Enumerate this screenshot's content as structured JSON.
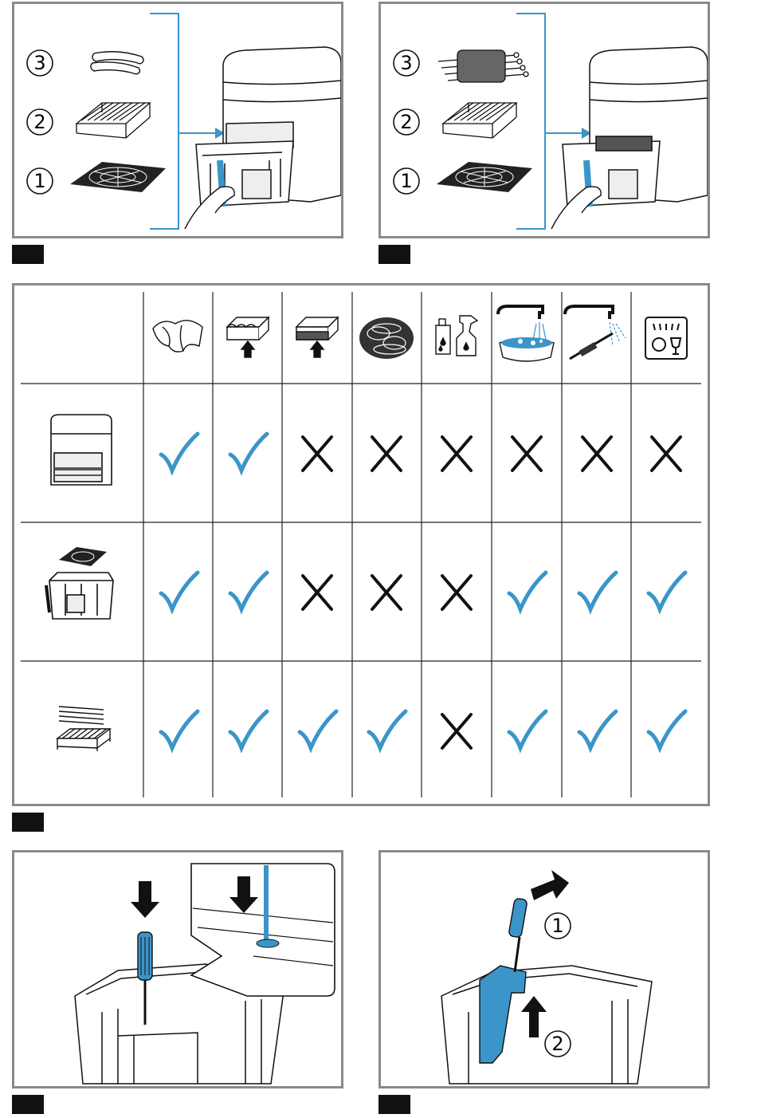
{
  "fig1": {
    "steps": [
      {
        "label": "3",
        "item": "sausages"
      },
      {
        "label": "2",
        "item": "wire-rack"
      },
      {
        "label": "1",
        "item": "crisper-plate"
      }
    ]
  },
  "fig2": {
    "steps": [
      {
        "label": "3",
        "item": "skewers"
      },
      {
        "label": "2",
        "item": "wire-rack"
      },
      {
        "label": "1",
        "item": "crisper-plate"
      }
    ]
  },
  "cleaning_table": {
    "columns": [
      "cloth-icon",
      "soft-sponge-icon",
      "hard-sponge-icon",
      "steel-wool-icon",
      "chemical-cleaner-icon",
      "soak-in-water-icon",
      "brush-under-tap-icon",
      "dishwasher-icon"
    ],
    "rows": [
      {
        "item": "appliance-housing",
        "marks": [
          "check",
          "check",
          "cross",
          "cross",
          "cross",
          "cross",
          "cross",
          "cross"
        ]
      },
      {
        "item": "basket-and-crisper-plate",
        "marks": [
          "check",
          "check",
          "cross",
          "cross",
          "cross",
          "check",
          "check",
          "check"
        ]
      },
      {
        "item": "skewers-and-rack",
        "marks": [
          "check",
          "check",
          "check",
          "check",
          "cross",
          "check",
          "check",
          "check"
        ]
      }
    ]
  },
  "fig4": {
    "steps": []
  },
  "fig5": {
    "steps": [
      {
        "label": "1"
      },
      {
        "label": "2"
      }
    ]
  },
  "colors": {
    "accent": "#3b95c9",
    "frame": "#8a8a8a",
    "ink": "#111111"
  }
}
